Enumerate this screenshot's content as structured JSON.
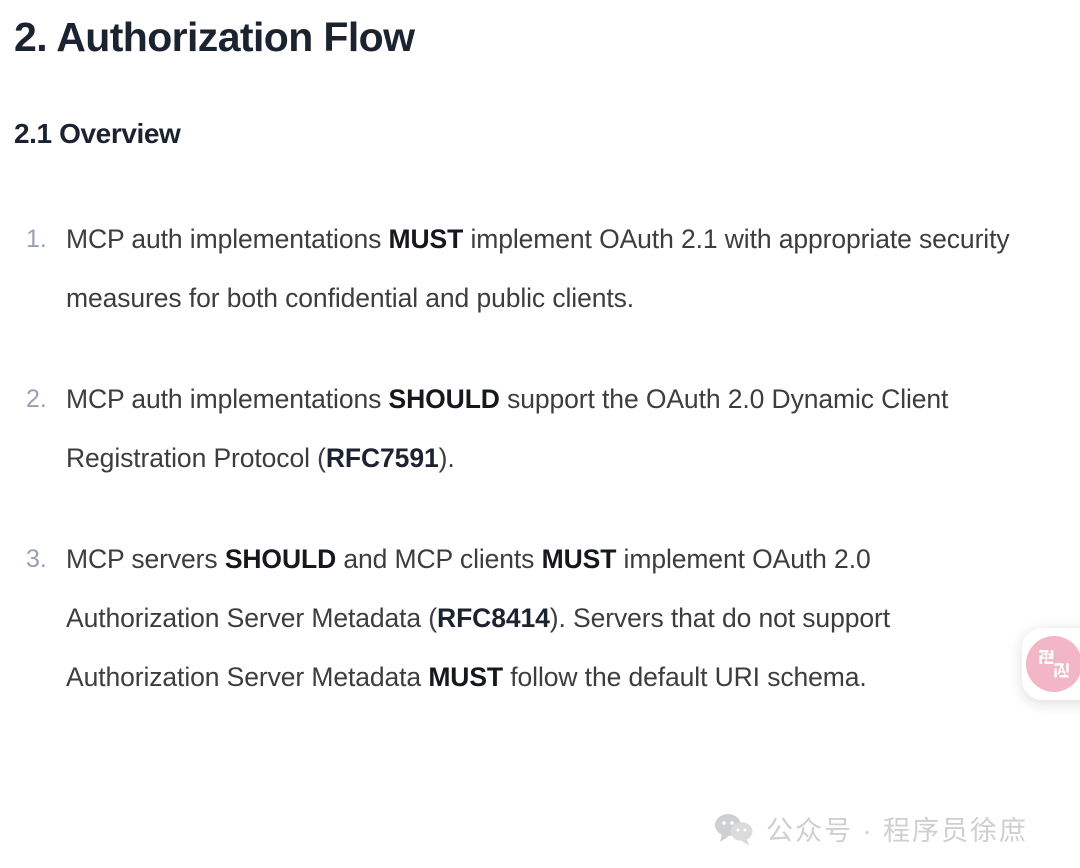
{
  "document": {
    "heading": "2. Authorization Flow",
    "subheading": "2.1 Overview",
    "list": [
      {
        "marker": "1.",
        "parts": [
          {
            "text": "MCP auth implementations ",
            "style": "normal"
          },
          {
            "text": "MUST",
            "style": "bold"
          },
          {
            "text": " implement OAuth 2.1 with appropriate security measures for both confidential and public clients.",
            "style": "normal"
          }
        ]
      },
      {
        "marker": "2.",
        "parts": [
          {
            "text": "MCP auth implementations ",
            "style": "normal"
          },
          {
            "text": "SHOULD",
            "style": "bold"
          },
          {
            "text": " support the OAuth 2.0 Dynamic Client Registration Protocol (",
            "style": "normal"
          },
          {
            "text": "RFC7591",
            "style": "rfc"
          },
          {
            "text": ").",
            "style": "normal"
          }
        ]
      },
      {
        "marker": "3.",
        "parts": [
          {
            "text": "MCP servers ",
            "style": "normal"
          },
          {
            "text": "SHOULD",
            "style": "bold"
          },
          {
            "text": " and MCP clients ",
            "style": "normal"
          },
          {
            "text": "MUST",
            "style": "bold"
          },
          {
            "text": " implement OAuth 2.0 Authorization Server Metadata (",
            "style": "normal"
          },
          {
            "text": "RFC8414",
            "style": "rfc"
          },
          {
            "text": "). Servers that do not support Authorization Server Metadata ",
            "style": "normal"
          },
          {
            "text": "MUST",
            "style": "bold"
          },
          {
            "text": " follow the default URI schema.",
            "style": "normal"
          }
        ]
      }
    ]
  },
  "translate_widget": {
    "icon": "translate-icon",
    "glyph_source": "中",
    "glyph_target": "A",
    "color": "#f3b6c7"
  },
  "watermark": {
    "icon": "wechat-icon",
    "text": "公众号 · 程序员徐庶",
    "color": "#c9cbcd"
  }
}
